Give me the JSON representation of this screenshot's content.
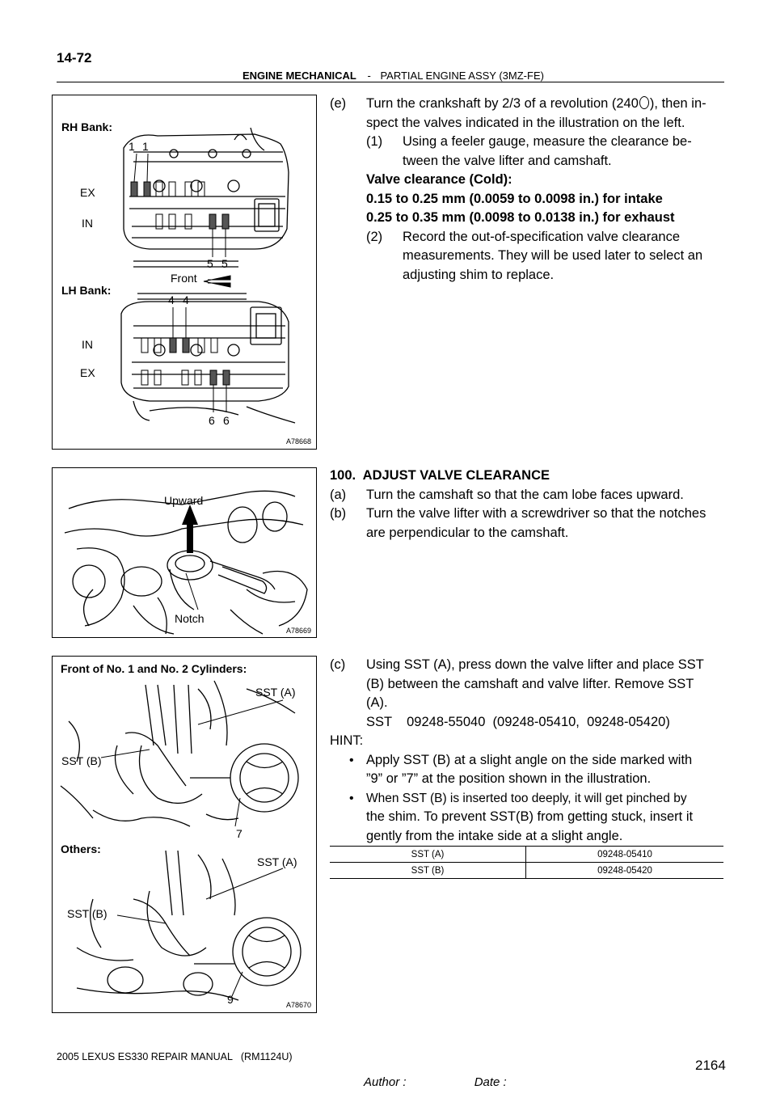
{
  "header": {
    "page_number": "14-72",
    "section": "ENGINE MECHANICAL",
    "separator": "-",
    "subsection": "PARTIAL ENGINE ASSY (3MZ-FE)"
  },
  "figure1": {
    "rh_bank": "RH Bank:",
    "lh_bank": "LH Bank:",
    "ex": "EX",
    "in": "IN",
    "num1": "1",
    "num5": "5",
    "num4": "4",
    "num6": "6",
    "front": "Front",
    "id": "A78668"
  },
  "figure2": {
    "upward": "Upward",
    "notch": "Notch",
    "id": "A78669"
  },
  "figure3": {
    "front_label": "Front of No. 1 and No. 2 Cylinders:",
    "sst_a": "SST (A)",
    "sst_b": "SST (B)",
    "num7": "7",
    "others": "Others:",
    "num9": "9",
    "id": "A78670"
  },
  "step_e": {
    "label": "(e)",
    "text1": "Turn the crankshaft by 2/3 of a revolution (240",
    "text2": "), then in-",
    "text3": "spect the valves indicated in the illustration on the left.",
    "sub1_label": "(1)",
    "sub1_line1": "Using a feeler gauge, measure the clearance be-",
    "sub1_line2": "tween the valve lifter and camshaft.",
    "spec_title": "Valve clearance (Cold):",
    "spec_intake": "0.15 to 0.25 mm (0.0059 to 0.0098 in.) for intake",
    "spec_exhaust": "0.25 to 0.35 mm (0.0098 to 0.0138 in.) for exhaust",
    "sub2_label": "(2)",
    "sub2_line1": "Record the out-of-specification valve clearance",
    "sub2_line2": "measurements. They will be used later to select an",
    "sub2_line3": "adjusting shim to replace."
  },
  "section100": {
    "title": "100.  ADJUST VALVE CLEARANCE",
    "a_label": "(a)",
    "a_text": "Turn the camshaft so that the cam lobe faces upward.",
    "b_label": "(b)",
    "b_line1": "Turn the valve lifter with a screwdriver so that the notches",
    "b_line2": "are perpendicular to the camshaft."
  },
  "step_c": {
    "label": "(c)",
    "line1": "Using SST (A), press down the valve lifter and place SST",
    "line2": "(B) between the camshaft and valve lifter. Remove SST",
    "line3": "(A).",
    "sst_line": "SST    09248-55040  (09248-05410,  09248-05420)",
    "hint": "HINT:",
    "bullet1_line1": "Apply SST (B) at a slight angle on the side marked with",
    "bullet1_line2": "”9” or ”7” at the position shown in the illustration.",
    "bullet2_line1": "When SST (B) is inserted too deeply, it will get pinched by",
    "bullet2_line2": "the shim. To prevent SST(B) from getting stuck, insert it",
    "bullet2_line3": "gently from the intake side at a slight angle."
  },
  "sst_table": {
    "rows": [
      {
        "name": "SST (A)",
        "part": "09248-05410"
      },
      {
        "name": "SST (B)",
        "part": "09248-05420"
      }
    ]
  },
  "footer": {
    "manual": "2005 LEXUS ES330 REPAIR MANUAL   (RM1124U)",
    "page_total": "2164",
    "author": "Author :",
    "date": "Date :"
  }
}
